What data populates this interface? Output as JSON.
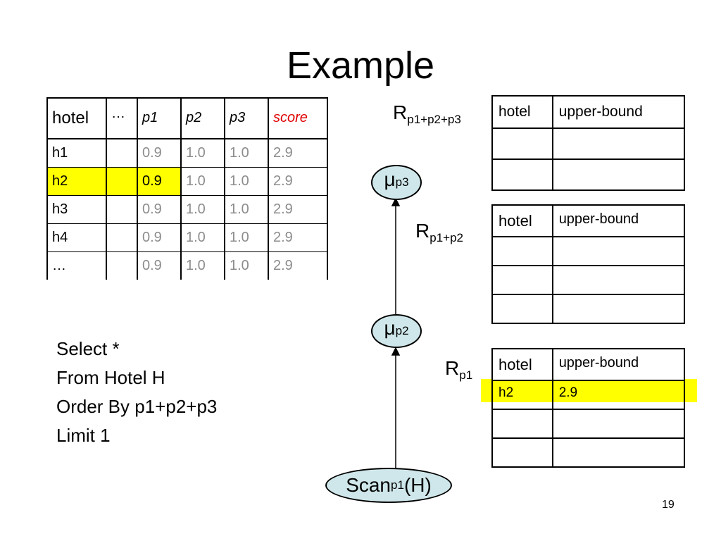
{
  "title": "Example",
  "main_table": {
    "headers": [
      "hotel",
      "…",
      "p1",
      "p2",
      "p3",
      "score"
    ],
    "rows": [
      [
        "h1",
        "",
        "0.9",
        "1.0",
        "1.0",
        "2.9"
      ],
      [
        "h2",
        "",
        "0.9",
        "1.0",
        "1.0",
        "2.9"
      ],
      [
        "h3",
        "",
        "0.9",
        "1.0",
        "1.0",
        "2.9"
      ],
      [
        "h4",
        "",
        "0.9",
        "1.0",
        "1.0",
        "2.9"
      ],
      [
        "…",
        "",
        "0.9",
        "1.0",
        "1.0",
        "2.9"
      ]
    ],
    "highlighted_row": "h2",
    "highlight_color": "#ffff00",
    "score_header_color": "#e00000"
  },
  "query": {
    "line1": "Select *",
    "line2": "From Hotel H",
    "line3": "Order By p1+p2+p3",
    "line4": "Limit 1"
  },
  "operators": {
    "scan": {
      "main": "Scan",
      "sub": "p1",
      "suffix": "(H)"
    },
    "mu_p2": {
      "main": "μ",
      "sub": "p2"
    },
    "mu_p3": {
      "main": "μ",
      "sub": "p3"
    },
    "oval_color": "#cfe7ea"
  },
  "results": {
    "r_p1p2p3": {
      "label_main": "R",
      "label_sub": "p1+p2+p3",
      "col1": "hotel",
      "col2": "upper-bound",
      "rows": [
        [
          "",
          ""
        ],
        [
          "",
          ""
        ]
      ]
    },
    "r_p1p2": {
      "label_main": "R",
      "label_sub": "p1+p2",
      "col1": "hotel",
      "col2": "upper-bound",
      "rows": [
        [
          "",
          ""
        ],
        [
          "",
          ""
        ],
        [
          "",
          ""
        ]
      ]
    },
    "r_p1": {
      "label_main": "R",
      "label_sub": "p1",
      "col1": "hotel",
      "col2": "upper-bound",
      "rows": [
        [
          "h2",
          "2.9"
        ],
        [
          "",
          ""
        ],
        [
          "",
          ""
        ]
      ]
    }
  },
  "page_number": "19"
}
